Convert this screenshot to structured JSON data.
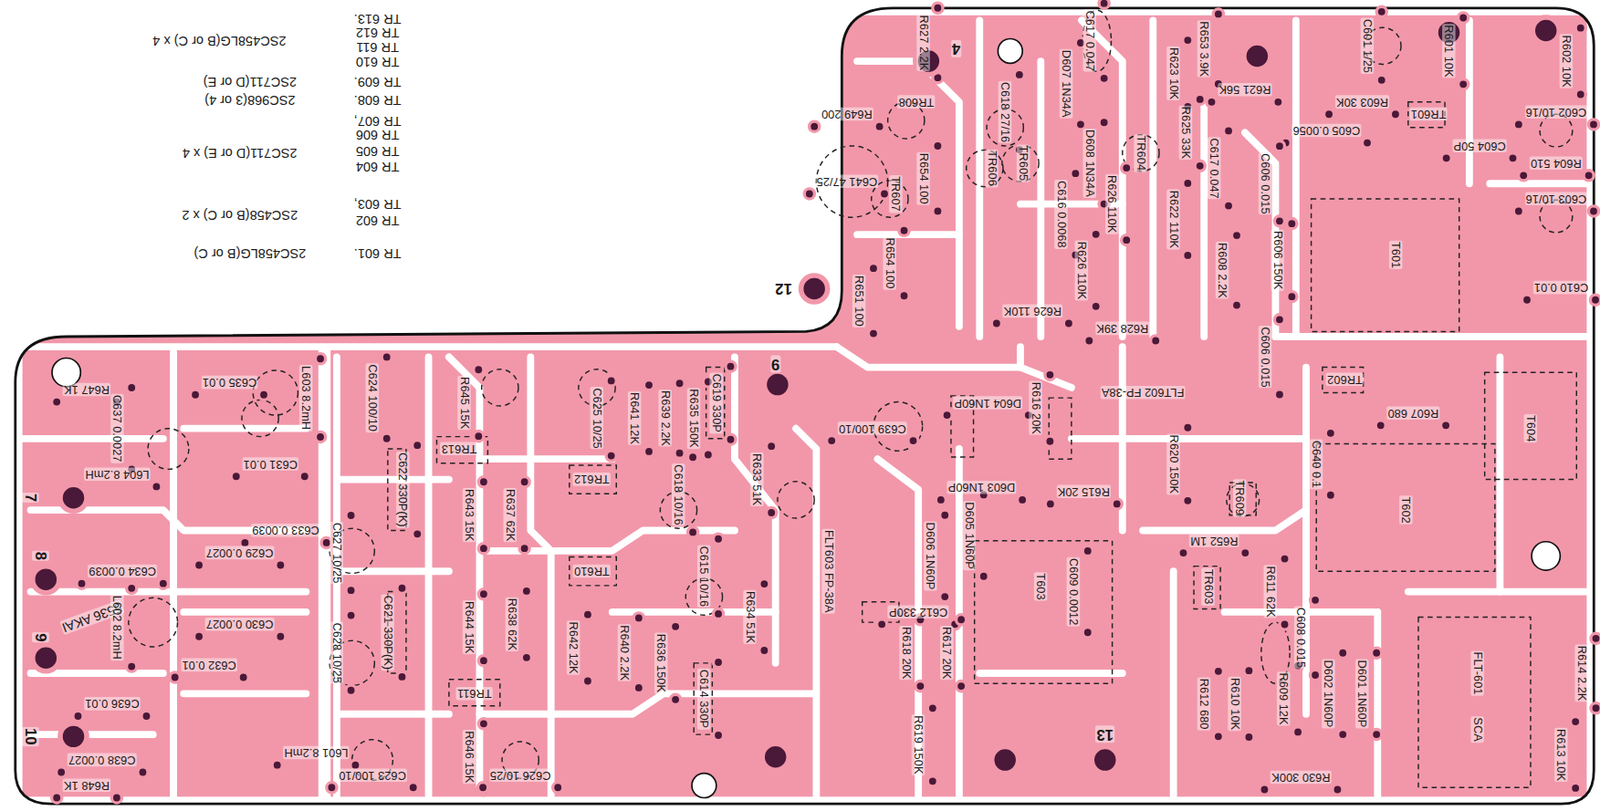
{
  "diagram": {
    "labels": [
      "TR 613.",
      "TR 612",
      "TR 611",
      "TR 610",
      "2SC458LG(B or C) x 4",
      "TR 609.",
      "2SC711(D or E)",
      "TR 608.",
      "2SC968(3 or 4)",
      "TR 607,",
      "TR 606",
      "TR 605",
      "2SC711(D or E) x 4",
      "TR 604",
      "TR 603,",
      "TR 602",
      "2SC458(B or C) x 2",
      "TR 601.",
      "2SC458LG(B or C)",
      "R627 2.2K",
      "C617 0.047",
      "D607 1N34A",
      "R623 10K",
      "R653 3.9K",
      "C601 1/25",
      "R601 10K",
      "R602 10K",
      "R649 200",
      "TR608",
      "C618 27/16",
      "R621 56K",
      "R603 30K",
      "TR601",
      "C605 0.0056",
      "C602 10/16",
      "C604 50P",
      "C641 47/25",
      "TR607",
      "R654 100",
      "TR606",
      "TR605",
      "D608 1N34A",
      "TR604",
      "R625 33K",
      "C617 0.047",
      "C606 0.015",
      "C616 0.0068",
      "R626 110K",
      "R622 110K",
      "R626 110K",
      "R626 110K",
      "R608 2.2K",
      "R606 150K",
      "C603 10/16",
      "R604 510",
      "T601",
      "12",
      "4",
      "R654 100",
      "R651 100",
      "C610 0.01",
      "R628 39K",
      "TR602",
      "R607 680",
      "T604",
      "FLT602 FP-38A",
      "C606 0.015",
      "D604 1N60P",
      "R616 20K",
      "R620 150K",
      "T602",
      "TR609",
      "R615 20K",
      "D603 1N60P",
      "C640 0.1",
      "R652 1M",
      "D605 1N60P",
      "D606 1N60P",
      "T603",
      "C609 0.0012",
      "TR603",
      "R611 62K",
      "C612 330P",
      "R618 20K",
      "R617 20K",
      "C608 0.015",
      "R612 680",
      "R610 10K",
      "R609 12K",
      "D602 1N60P",
      "D601 1N60P",
      "R619 150K",
      "13",
      "R630 300K",
      "FLT-601",
      "SCA",
      "R613 10K",
      "R614 2.2K",
      "FLT603 FP-38A",
      "9",
      "C639 100/10",
      "C619 330P",
      "R635 150K",
      "R639 2.2K",
      "R641 12K",
      "C625 10/25",
      "R645 15K",
      "C624 100/10",
      "L603 8.2mH",
      "C635 0.01",
      "R647 1K",
      "C637 0.0027",
      "L604 8.2mH",
      "7",
      "C631 0.01",
      "C622 330P(K)",
      "TR613",
      "R643 15K",
      "R637 62K",
      "TR612",
      "C618 10/16",
      "R633 51K",
      "C633 0.0039",
      "C627 10/25",
      "C629 0.0027",
      "C634 0.0039",
      "8",
      "5536 AKAI",
      "9",
      "C630 0.0027",
      "L602 8.2mH",
      "C632 0.01",
      "C621 330P(K)",
      "C628 10/25",
      "R644 15K",
      "R638 62K",
      "TR610",
      "C615 10/16",
      "R634 51K",
      "R642 12K",
      "R640 2.2K",
      "R636 150K",
      "C614 330P",
      "TR611",
      "C636 0.01",
      "10",
      "C638 0.0027",
      "R648 1K",
      "L601 8.2mH",
      "C623 100/10",
      "R646 15K",
      "C626 10/25"
    ]
  }
}
